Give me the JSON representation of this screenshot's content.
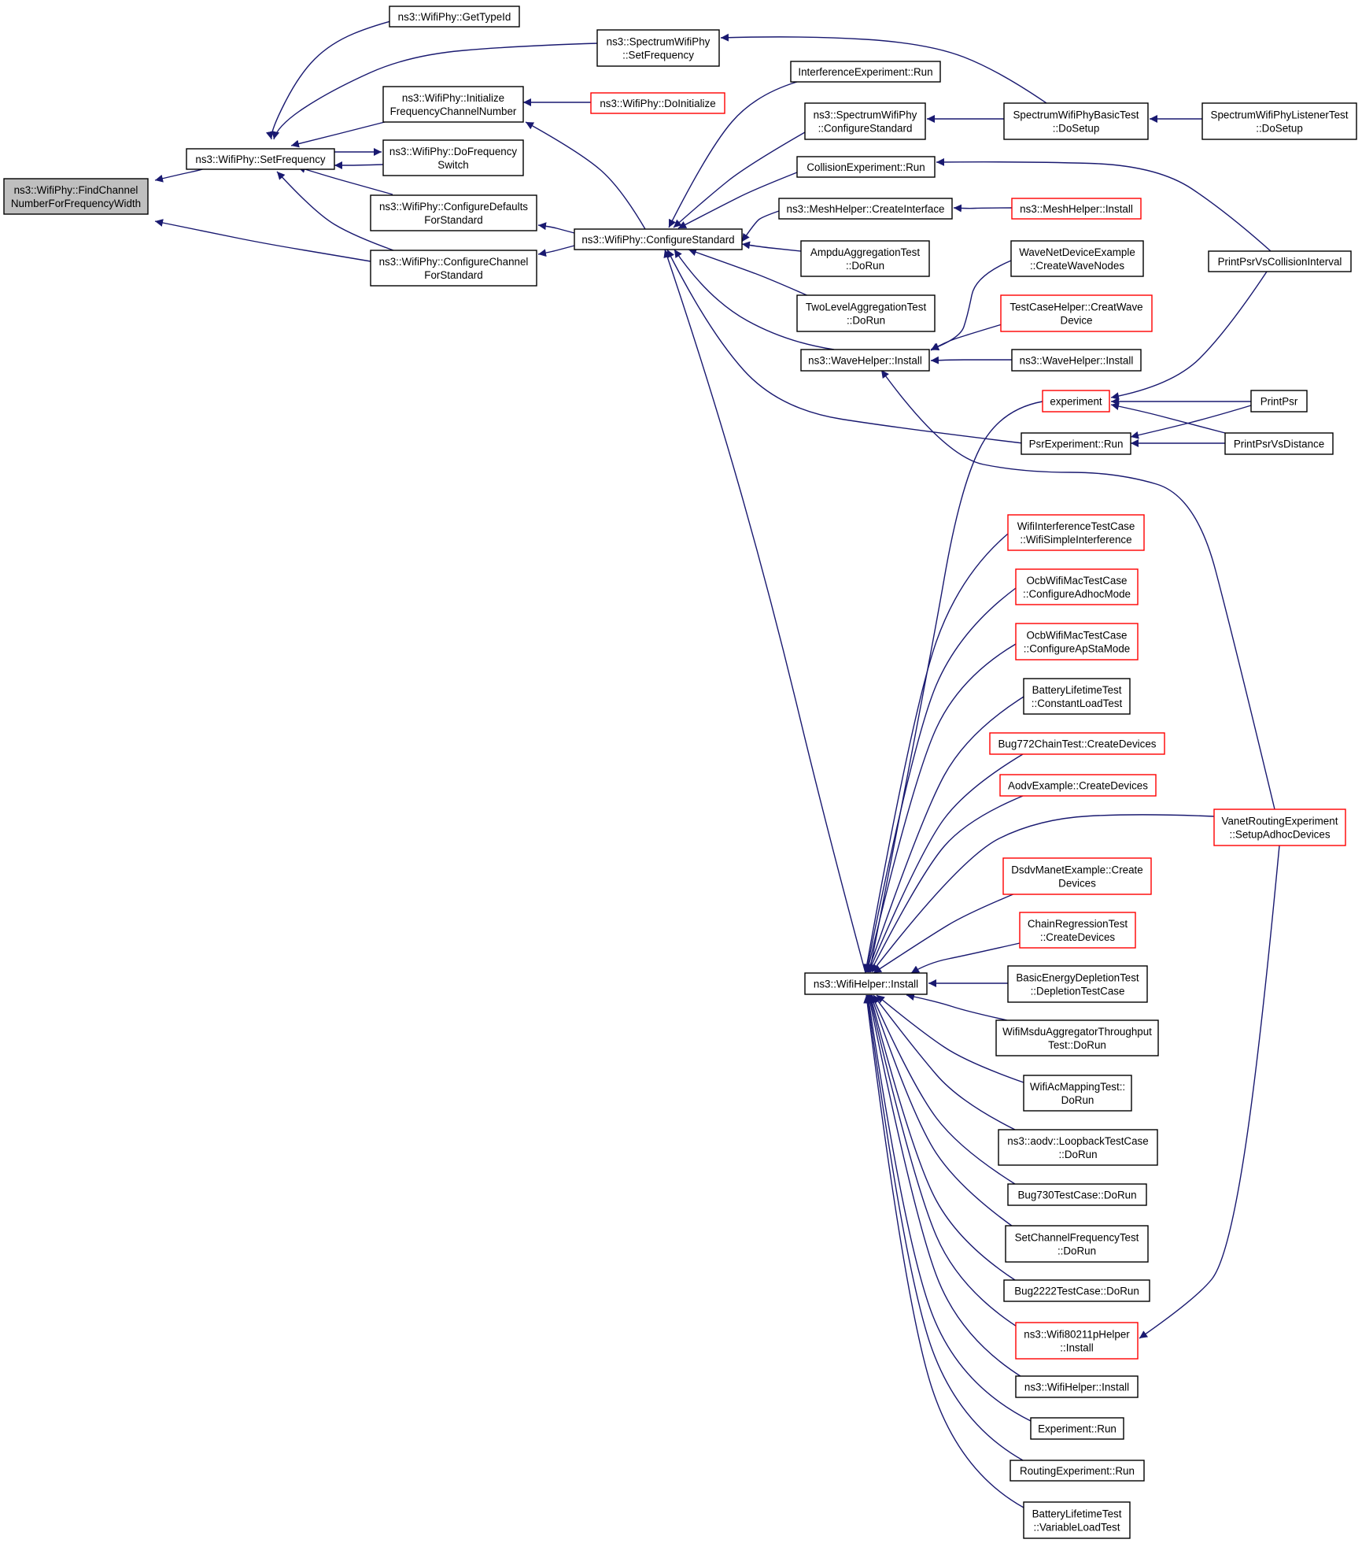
{
  "colors": {
    "edge": "#191970",
    "root_fill": "#bfbfbf",
    "red_border": "#ff0000",
    "border": "#000000"
  },
  "nodes": {
    "find_channel": {
      "lines": [
        "ns3::WifiPhy::FindChannel",
        "NumberForFrequencyWidth"
      ],
      "style": "root"
    },
    "set_frequency": {
      "lines": [
        "ns3::WifiPhy::SetFrequency"
      ]
    },
    "get_type_id": {
      "lines": [
        "ns3::WifiPhy::GetTypeId"
      ]
    },
    "spectrum_set_frequency": {
      "lines": [
        "ns3::SpectrumWifiPhy",
        "::SetFrequency"
      ]
    },
    "initialize_freq": {
      "lines": [
        "ns3::WifiPhy::Initialize",
        "FrequencyChannelNumber"
      ]
    },
    "do_initialize": {
      "lines": [
        "ns3::WifiPhy::DoInitialize"
      ],
      "style": "red"
    },
    "do_frequency_switch": {
      "lines": [
        "ns3::WifiPhy::DoFrequency",
        "Switch"
      ]
    },
    "configure_defaults": {
      "lines": [
        "ns3::WifiPhy::ConfigureDefaults",
        "ForStandard"
      ]
    },
    "configure_channel": {
      "lines": [
        "ns3::WifiPhy::ConfigureChannel",
        "ForStandard"
      ]
    },
    "configure_standard": {
      "lines": [
        "ns3::WifiPhy::ConfigureStandard"
      ]
    },
    "interference_run": {
      "lines": [
        "InterferenceExperiment::Run"
      ]
    },
    "spectrum_configure_standard": {
      "lines": [
        "ns3::SpectrumWifiPhy",
        "::ConfigureStandard"
      ]
    },
    "collision_run": {
      "lines": [
        "CollisionExperiment::Run"
      ]
    },
    "mesh_create_interface": {
      "lines": [
        "ns3::MeshHelper::CreateInterface"
      ]
    },
    "ampdu_test": {
      "lines": [
        "AmpduAggregationTest",
        "::DoRun"
      ]
    },
    "two_level_test": {
      "lines": [
        "TwoLevelAggregationTest",
        "::DoRun"
      ]
    },
    "wave_helper_install": {
      "lines": [
        "ns3::WaveHelper::Install"
      ]
    },
    "spectrum_basic_test": {
      "lines": [
        "SpectrumWifiPhyBasicTest",
        "::DoSetup"
      ]
    },
    "spectrum_listener_test": {
      "lines": [
        "SpectrumWifiPhyListenerTest",
        "::DoSetup"
      ]
    },
    "mesh_install": {
      "lines": [
        "ns3::MeshHelper::Install"
      ],
      "style": "red"
    },
    "wave_net_device": {
      "lines": [
        "WaveNetDeviceExample",
        "::CreateWaveNodes"
      ]
    },
    "test_case_helper": {
      "lines": [
        "TestCaseHelper::CreatWave",
        "Device"
      ],
      "style": "red"
    },
    "wave_helper_install2": {
      "lines": [
        "ns3::WaveHelper::Install"
      ]
    },
    "print_psr_vs_collision": {
      "lines": [
        "PrintPsrVsCollisionInterval"
      ]
    },
    "experiment": {
      "lines": [
        "experiment"
      ],
      "style": "red"
    },
    "psr_run": {
      "lines": [
        "PsrExperiment::Run"
      ]
    },
    "print_psr": {
      "lines": [
        "PrintPsr"
      ]
    },
    "print_psr_vs_distance": {
      "lines": [
        "PrintPsrVsDistance"
      ]
    },
    "wifi_helper_install": {
      "lines": [
        "ns3::WifiHelper::Install"
      ]
    },
    "wifi_interference_test": {
      "lines": [
        "WifiInterferenceTestCase",
        "::WifiSimpleInterference"
      ],
      "style": "red"
    },
    "ocb_adhoc": {
      "lines": [
        "OcbWifiMacTestCase",
        "::ConfigureAdhocMode"
      ],
      "style": "red"
    },
    "ocb_apsta": {
      "lines": [
        "OcbWifiMacTestCase",
        "::ConfigureApStaMode"
      ],
      "style": "red"
    },
    "battery_constant": {
      "lines": [
        "BatteryLifetimeTest",
        "::ConstantLoadTest"
      ]
    },
    "bug772": {
      "lines": [
        "Bug772ChainTest::CreateDevices"
      ],
      "style": "red"
    },
    "aodv_example": {
      "lines": [
        "AodvExample::CreateDevices"
      ],
      "style": "red"
    },
    "vanet_routing": {
      "lines": [
        "VanetRoutingExperiment",
        "::SetupAdhocDevices"
      ],
      "style": "red"
    },
    "dsdv_manet": {
      "lines": [
        "DsdvManetExample::Create",
        "Devices"
      ],
      "style": "red"
    },
    "chain_regression": {
      "lines": [
        "ChainRegressionTest",
        "::CreateDevices"
      ],
      "style": "red"
    },
    "basic_energy": {
      "lines": [
        "BasicEnergyDepletionTest",
        "::DepletionTestCase"
      ]
    },
    "msdu_aggregator": {
      "lines": [
        "WifiMsduAggregatorThroughput",
        "Test::DoRun"
      ]
    },
    "ac_mapping": {
      "lines": [
        "WifiAcMappingTest::",
        "DoRun"
      ]
    },
    "aodv_loopback": {
      "lines": [
        "ns3::aodv::LoopbackTestCase",
        "::DoRun"
      ]
    },
    "bug730": {
      "lines": [
        "Bug730TestCase::DoRun"
      ]
    },
    "set_channel_freq_test": {
      "lines": [
        "SetChannelFrequencyTest",
        "::DoRun"
      ]
    },
    "bug2222": {
      "lines": [
        "Bug2222TestCase::DoRun"
      ]
    },
    "wifi80211p": {
      "lines": [
        "ns3::Wifi80211pHelper",
        "::Install"
      ],
      "style": "red"
    },
    "wifi_helper_install2": {
      "lines": [
        "ns3::WifiHelper::Install"
      ]
    },
    "experiment_run": {
      "lines": [
        "Experiment::Run"
      ]
    },
    "routing_run": {
      "lines": [
        "RoutingExperiment::Run"
      ]
    },
    "battery_variable": {
      "lines": [
        "BatteryLifetimeTest",
        "::VariableLoadTest"
      ]
    }
  }
}
